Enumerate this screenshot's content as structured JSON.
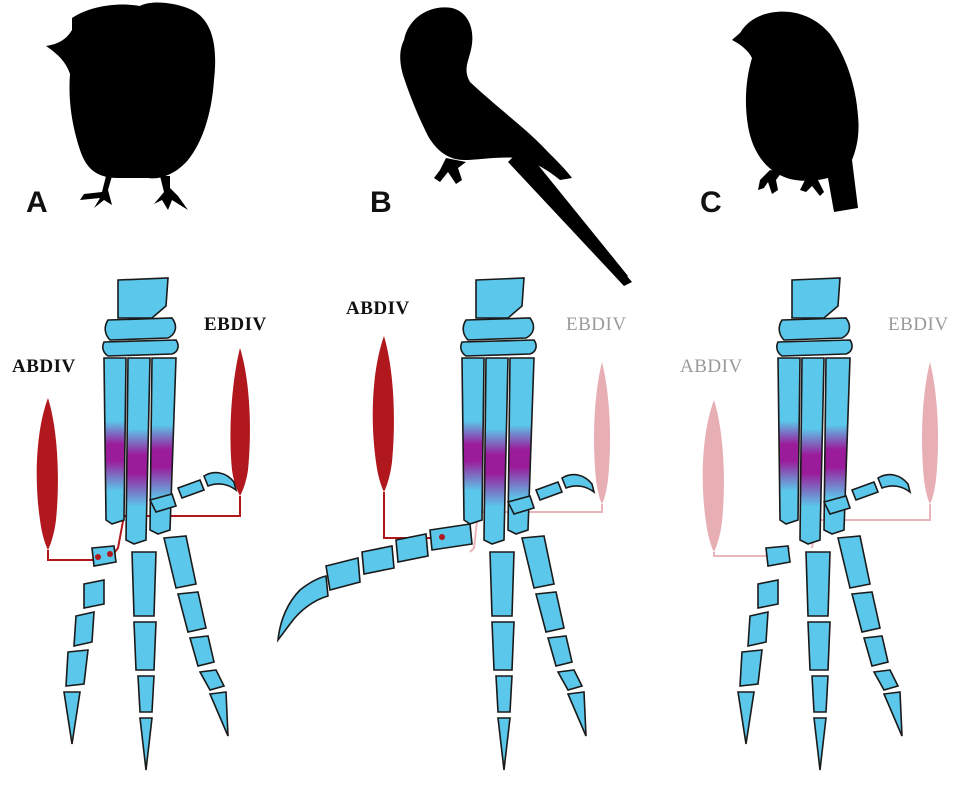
{
  "figure": {
    "colors": {
      "bone": "#5bc7ea",
      "metatarsal_highlight": "#9b1c9b",
      "muscle_active": "#b0181d",
      "muscle_inactive": "#e7aeb4",
      "tendon_active": "#b0181d",
      "tendon_inactive": "#e9b5bb",
      "silhouette": "#000000"
    },
    "panels": [
      {
        "letter": "A",
        "bird_icon": "zygodactyl-finch-silhouette",
        "abdiv_label": "ABDIV",
        "abdiv_state": "active",
        "ebdiv_label": "EBDIV",
        "ebdiv_state": "active"
      },
      {
        "letter": "B",
        "bird_icon": "parrot-silhouette",
        "abdiv_label": "ABDIV",
        "abdiv_state": "active",
        "ebdiv_label": "EBDIV",
        "ebdiv_state": "inactive"
      },
      {
        "letter": "C",
        "bird_icon": "perching-bird-silhouette",
        "abdiv_label": "ABDIV",
        "abdiv_state": "inactive",
        "ebdiv_label": "EBDIV",
        "ebdiv_state": "inactive"
      }
    ]
  }
}
